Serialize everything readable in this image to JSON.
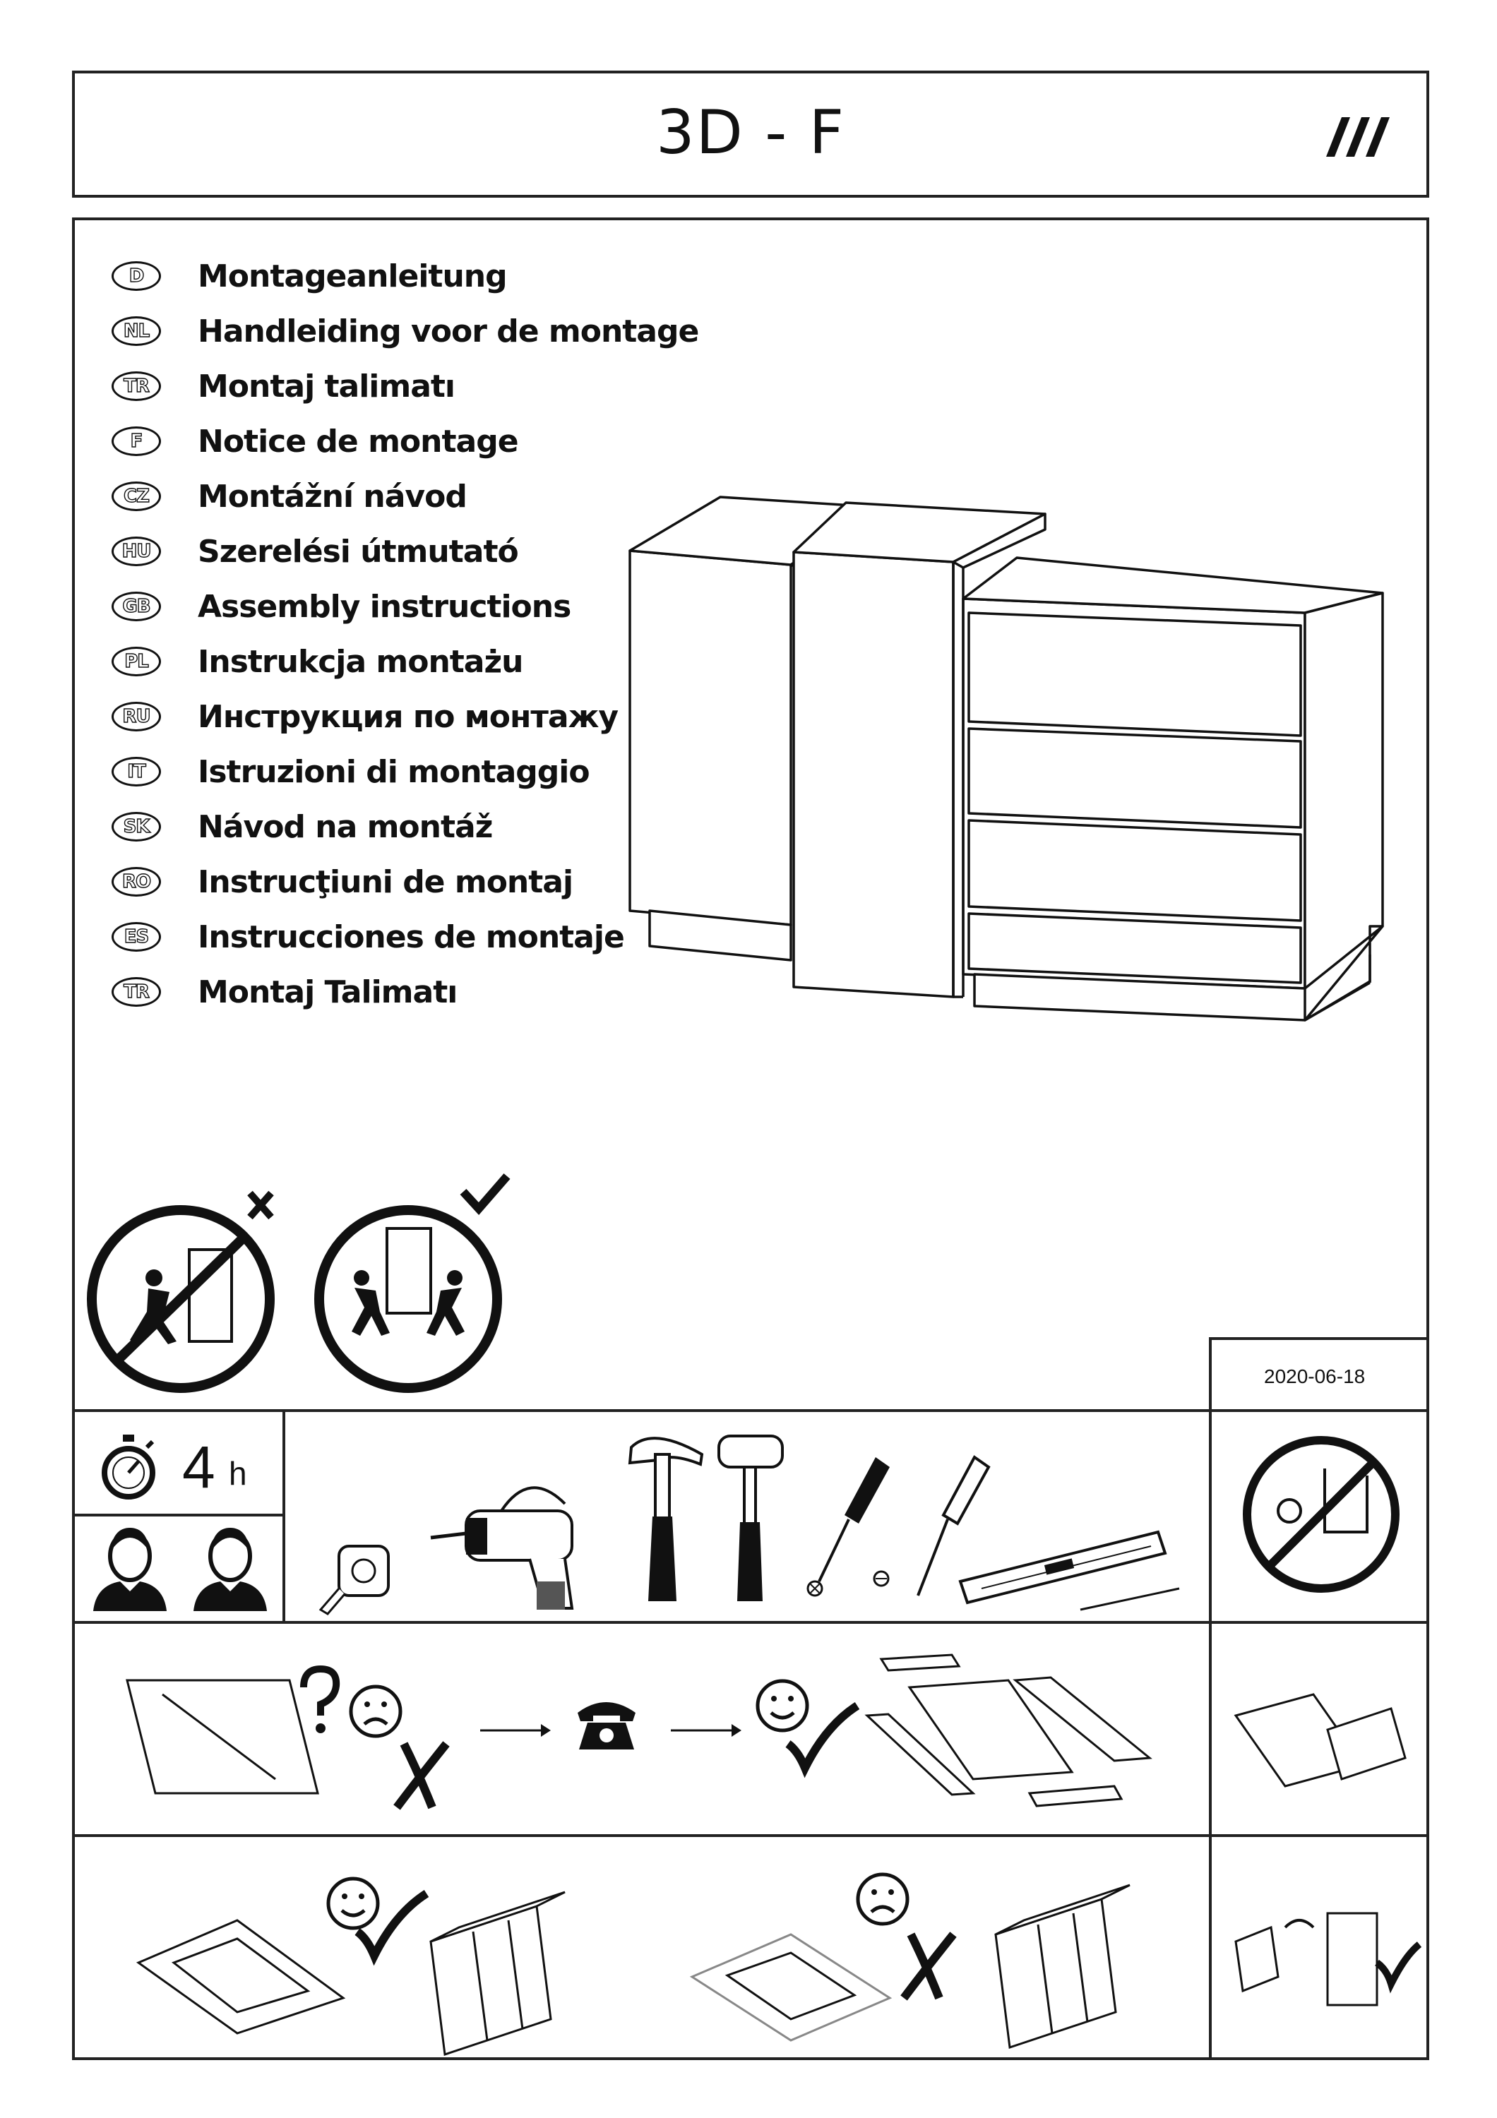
{
  "header": {
    "title": "3D - F"
  },
  "languages": [
    {
      "code": "D",
      "text": "Montageanleitung"
    },
    {
      "code": "NL",
      "text": "Handleiding voor de montage"
    },
    {
      "code": "TR",
      "text": "Montaj talimatı"
    },
    {
      "code": "F",
      "text": "Notice de montage"
    },
    {
      "code": "CZ",
      "text": "Montážní návod"
    },
    {
      "code": "HU",
      "text": "Szerelési útmutató"
    },
    {
      "code": "GB",
      "text": "Assembly instructions"
    },
    {
      "code": "PL",
      "text": "Instrukcja montażu"
    },
    {
      "code": "RU",
      "text": "Инструкция по монтажу"
    },
    {
      "code": "IT",
      "text": "Istruzioni di montaggio"
    },
    {
      "code": "SK",
      "text": "Návod na montáž"
    },
    {
      "code": "RO",
      "text": "Instrucţiuni de montaj"
    },
    {
      "code": "ES",
      "text": "Instrucciones de montaje"
    },
    {
      "code": "TR",
      "text": "Montaj Talimatı"
    }
  ],
  "date": "2020-06-18",
  "assembly_time": {
    "value": "4",
    "unit": "h"
  },
  "icons": {
    "brand": "brand-slash-icon",
    "stopwatch": "stopwatch-icon",
    "person": "person-icon",
    "telephone": "telephone-icon"
  },
  "colors": {
    "line": "#222222"
  }
}
